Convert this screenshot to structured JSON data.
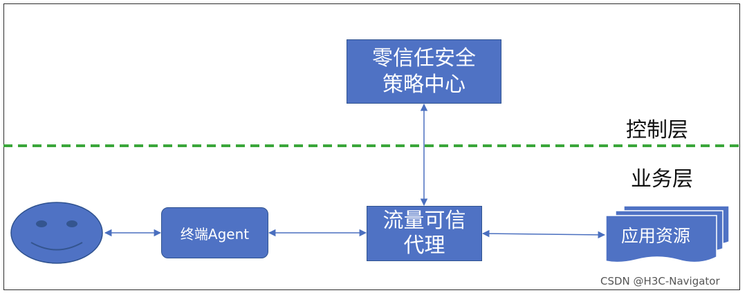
{
  "diagram": {
    "policy_center": [
      "零信任安全",
      "策略中心"
    ],
    "agent": "终端Agent",
    "proxy": [
      "流量可信",
      "代理"
    ],
    "resource": "应用资源",
    "control_layer": "控制层",
    "business_layer": "业务层"
  },
  "watermark": "CSDN @H3C-Navigator",
  "colors": {
    "box_fill": "#4f72c4",
    "box_border": "#2f528f",
    "divider": "#3aa63a",
    "connector": "#4a6fbf"
  }
}
